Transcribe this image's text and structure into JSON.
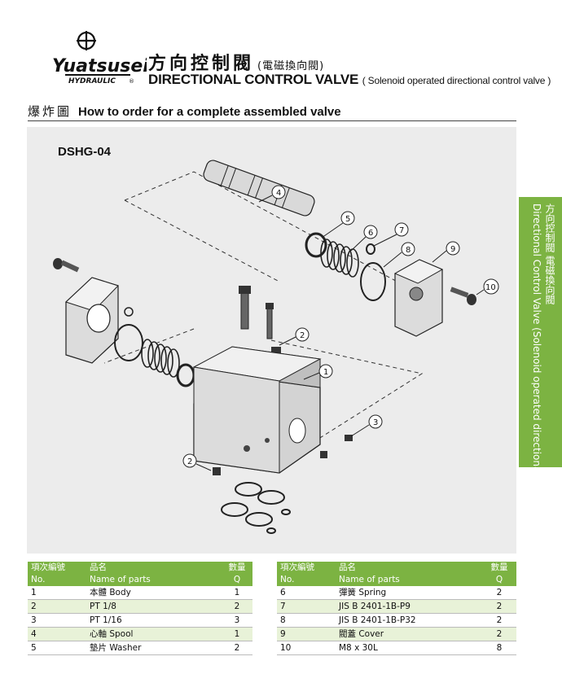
{
  "brand": {
    "logo_text": "Yuatsuseiki",
    "sub": "HYDRAULIC",
    "reg": "®"
  },
  "title": {
    "zh_main": "方向控制閥",
    "zh_sub": "(電磁換向閥)",
    "en_main": "DIRECTIONAL CONTROL VALVE",
    "en_sub": "( Solenoid operated directional control valve )"
  },
  "section": {
    "zh": "爆炸圖",
    "en": "How to order for a complete assembled valve"
  },
  "model": "DSHG-04",
  "side_tab": {
    "zh": "方向控制閥  電磁換向閥",
    "en": "Directional Control Valve (Solenoid operated directional control valve)"
  },
  "callouts": [
    "1",
    "2",
    "2",
    "3",
    "4",
    "5",
    "6",
    "7",
    "8",
    "9",
    "10"
  ],
  "table_headers": {
    "no_zh": "項次編號",
    "no_en": "No.",
    "name_zh": "品名",
    "name_en": "Name of parts",
    "q_zh": "數量",
    "q_en": "Q"
  },
  "parts_left": [
    {
      "no": "1",
      "name": "本體 Body",
      "q": "1"
    },
    {
      "no": "2",
      "name": "PT 1/8",
      "q": "2"
    },
    {
      "no": "3",
      "name": "PT 1/16",
      "q": "3"
    },
    {
      "no": "4",
      "name": "心軸 Spool",
      "q": "1"
    },
    {
      "no": "5",
      "name": "墊片 Washer",
      "q": "2"
    }
  ],
  "parts_right": [
    {
      "no": "6",
      "name": "彈簧 Spring",
      "q": "2"
    },
    {
      "no": "7",
      "name": "JIS B 2401-1B-P9",
      "q": "2"
    },
    {
      "no": "8",
      "name": "JIS B 2401-1B-P32",
      "q": "2"
    },
    {
      "no": "9",
      "name": "閥蓋 Cover",
      "q": "2"
    },
    {
      "no": "10",
      "name": "M8 x 30L",
      "q": "8"
    }
  ]
}
